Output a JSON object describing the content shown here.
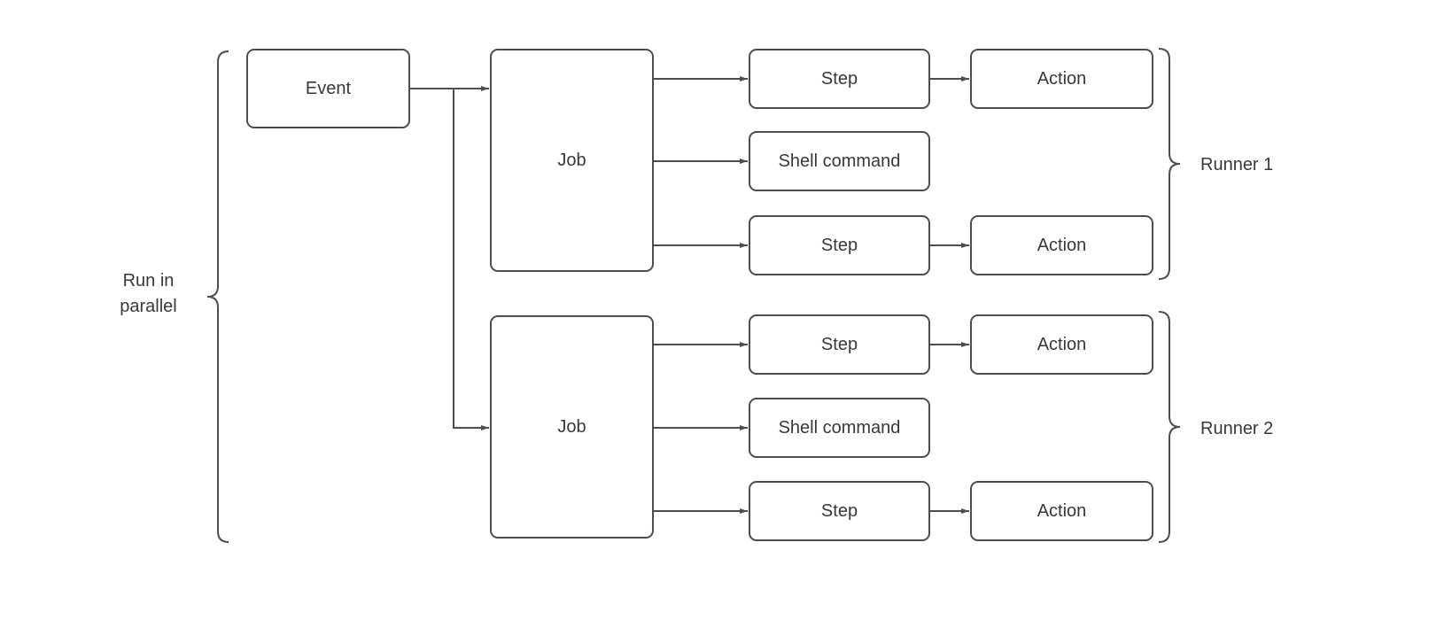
{
  "diagram": {
    "colors": {
      "stroke": "#4d4d4d",
      "text": "#383838",
      "background": "#ffffff"
    },
    "labels": {
      "run_in_parallel_line1": "Run in",
      "run_in_parallel_line2": "parallel",
      "runner_1": "Runner 1",
      "runner_2": "Runner 2"
    },
    "nodes": {
      "event": "Event",
      "job_1": "Job",
      "job_2": "Job",
      "step_1": "Step",
      "shell_command_1": "Shell command",
      "step_2": "Step",
      "action_1": "Action",
      "action_2": "Action",
      "step_3": "Step",
      "shell_command_2": "Shell command",
      "step_4": "Step",
      "action_3": "Action",
      "action_4": "Action"
    }
  }
}
